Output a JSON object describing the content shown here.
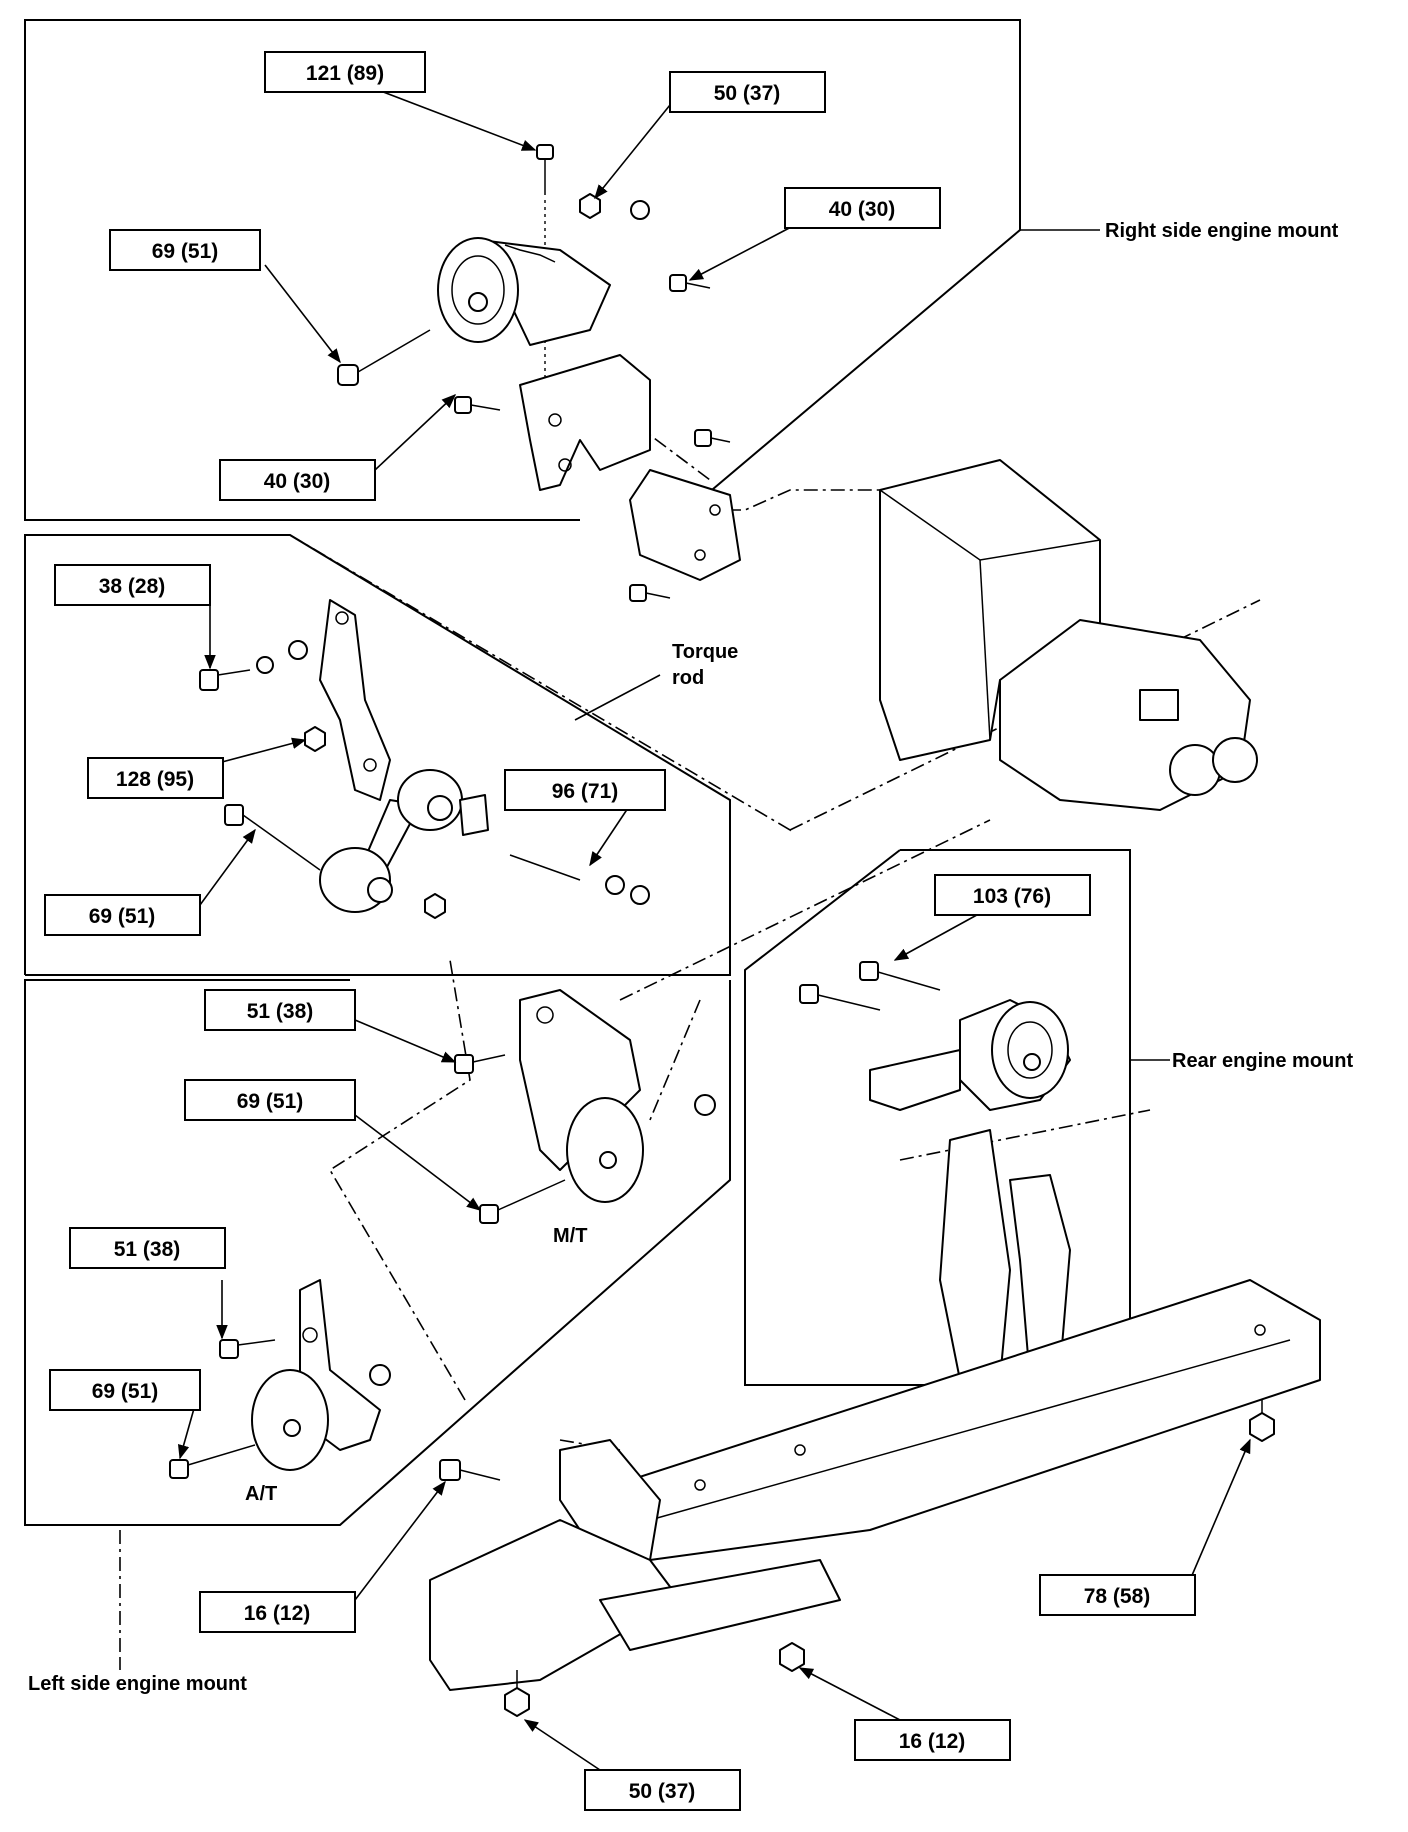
{
  "torque_labels": {
    "t121": "121 (89)",
    "t50a": "50 (37)",
    "t40a": "40 (30)",
    "t69a": "69 (51)",
    "t40b": "40 (30)",
    "t38": "38 (28)",
    "t128": "128 (95)",
    "t96": "96 (71)",
    "t69b": "69 (51)",
    "t103": "103 (76)",
    "t51a": "51 (38)",
    "t69c": "69 (51)",
    "t51b": "51 (38)",
    "t69d": "69 (51)",
    "t16a": "16 (12)",
    "t78": "78 (58)",
    "t16b": "16 (12)",
    "t50b": "50 (37)"
  },
  "captions": {
    "right_mount": "Right side engine mount",
    "torque_rod_1": "Torque",
    "torque_rod_2": "rod",
    "rear_mount": "Rear engine mount",
    "left_mount": "Left side engine mount",
    "mt": "M/T",
    "at": "A/T"
  }
}
